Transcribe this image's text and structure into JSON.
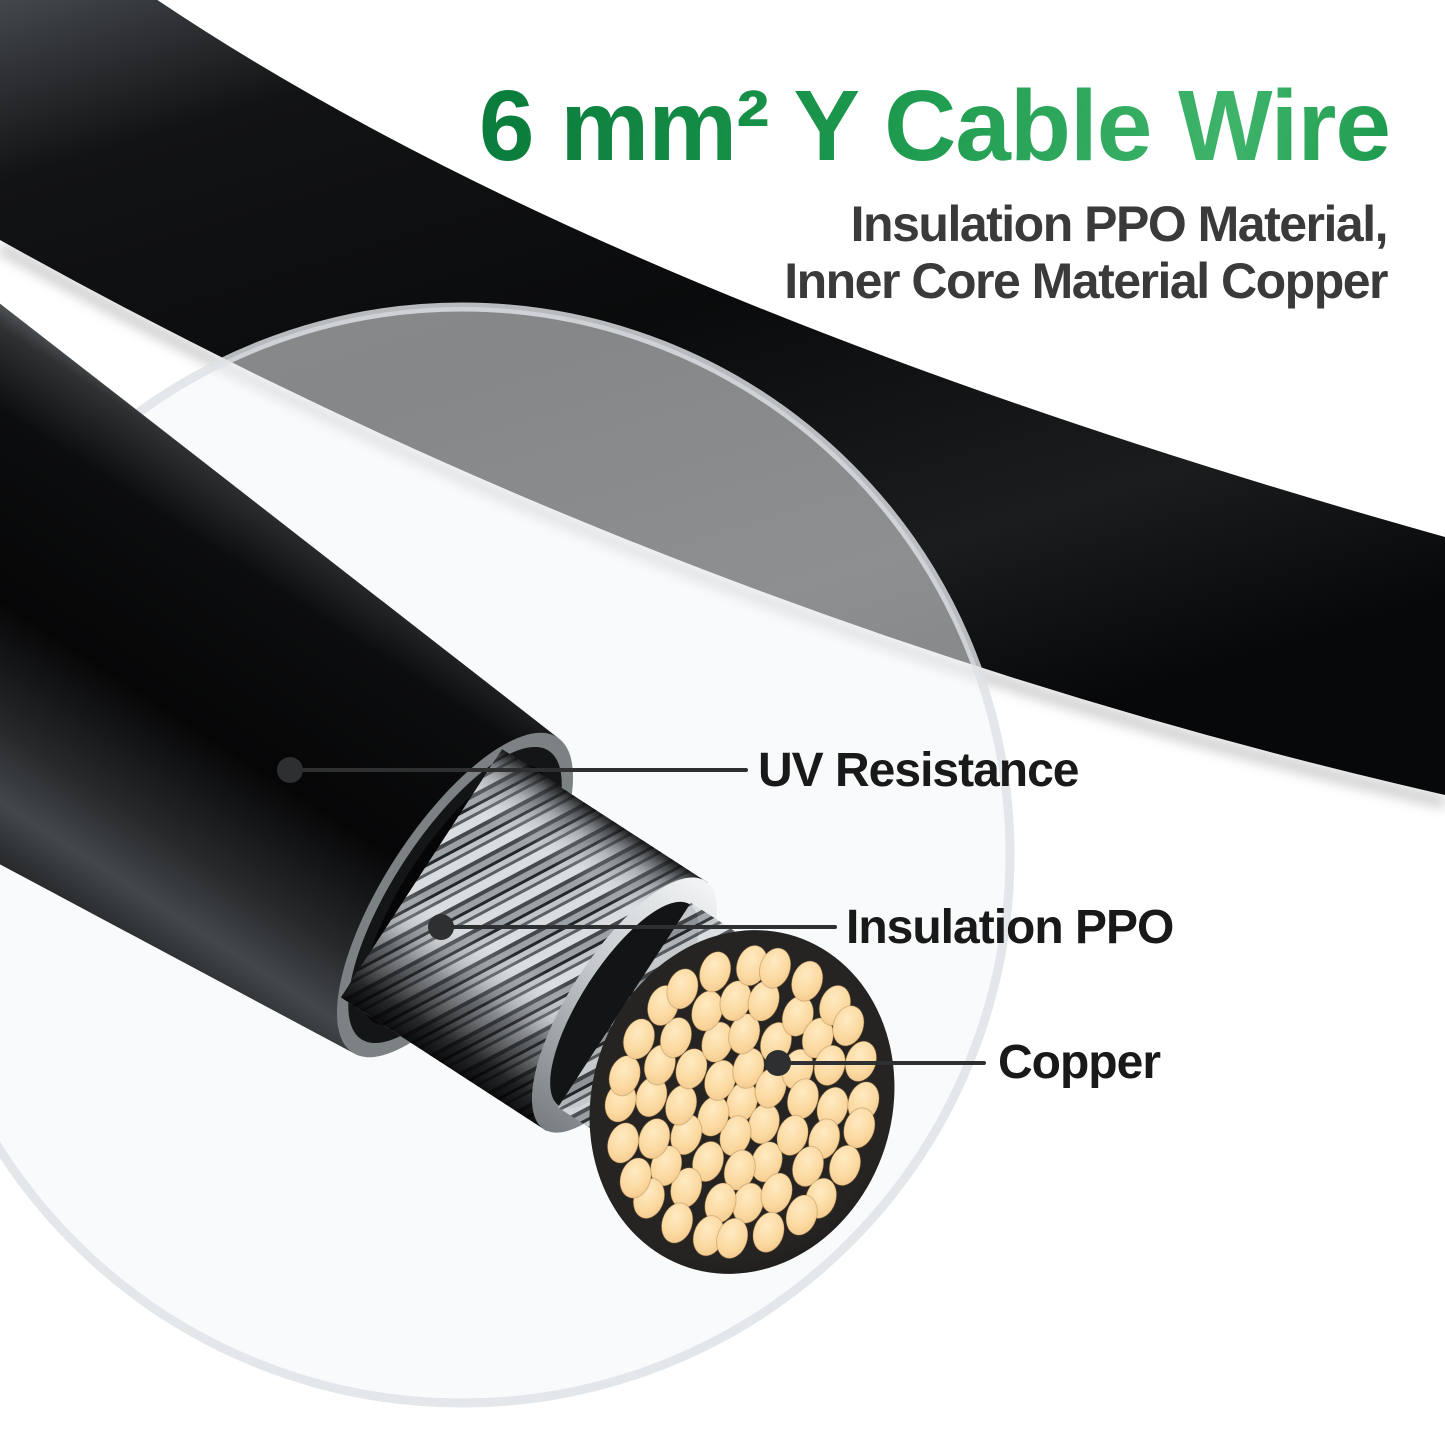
{
  "header": {
    "title": "6 mm² Y Cable Wire",
    "subtitle_line1": "Insulation PPO Material,",
    "subtitle_line2": "Inner Core Material Copper"
  },
  "diagram": {
    "callouts": [
      {
        "id": "uv-resistance",
        "label": "UV Resistance"
      },
      {
        "id": "insulation-ppo",
        "label": "Insulation PPO"
      },
      {
        "id": "copper",
        "label": "Copper"
      }
    ],
    "materials": {
      "sheath_color": "#0c0d0e",
      "insulation_color": "#c9ced2",
      "copper_color": "#fbd9a0",
      "copper_strand_count": 61
    }
  },
  "colors": {
    "background": "#ffffff",
    "title_gradient_start": "#0b7d3c",
    "title_gradient_mid": "#1d9a4e",
    "title_gradient_end": "#3eb46a",
    "subtitle_text": "#3a3a3a",
    "label_text": "#191919",
    "leader_line": "#2e2f31",
    "magnifier_fill": "rgba(244,246,247,0.53)",
    "magnifier_rim": "rgba(222,226,229,0.82)"
  }
}
